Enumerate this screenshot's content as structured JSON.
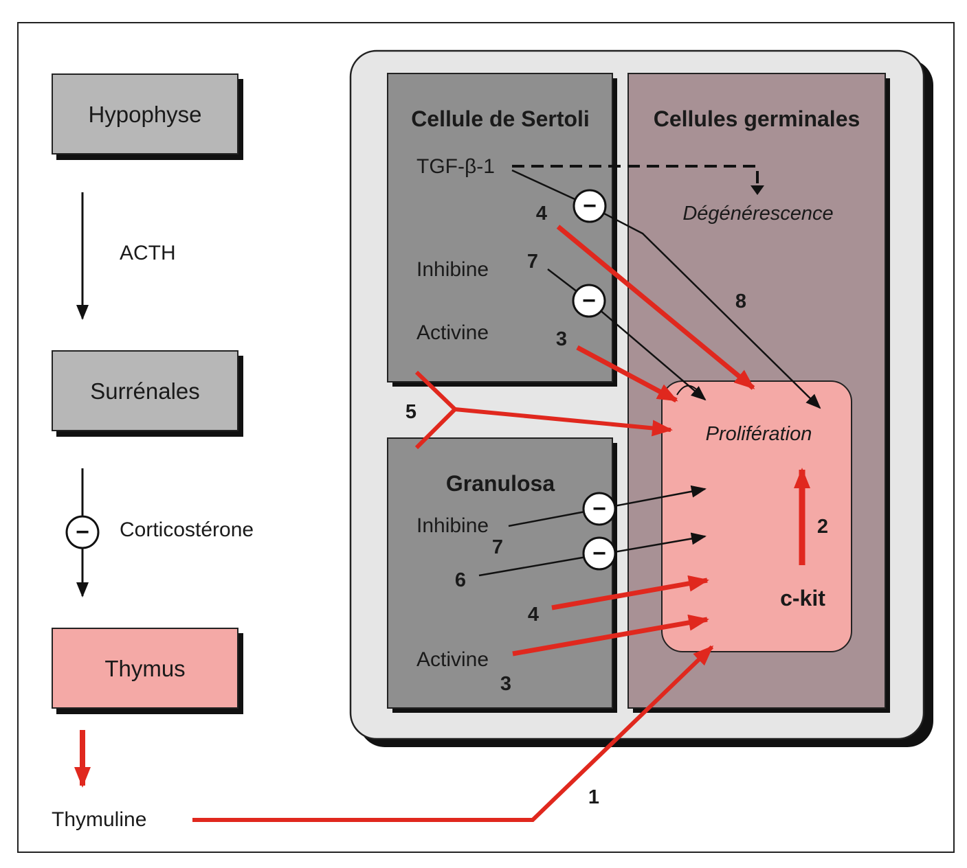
{
  "colors": {
    "grey_box": "#b7b7b7",
    "dark_panel": "#8f8f8f",
    "mauve_panel": "#a89195",
    "pink": "#f4a9a6",
    "red_arrow": "#e0281e",
    "outer_panel": "#e6e6e6"
  },
  "left_chain": {
    "hypophyse": "Hypophyse",
    "acth": "ACTH",
    "surrenales": "Surrénales",
    "corticosterone": "Corticostérone",
    "thymus": "Thymus",
    "thymuline": "Thymuline",
    "inhibit_symbol": "−"
  },
  "sertoli": {
    "title": "Cellule de Sertoli",
    "tgf": "TGF-β-1",
    "inhibine": "Inhibine",
    "activine": "Activine"
  },
  "granulosa": {
    "title": "Granulosa",
    "inhibine": "Inhibine",
    "activine": "Activine"
  },
  "germinal": {
    "title": "Cellules germinales",
    "degenerescence": "Dégénérescence",
    "proliferation": "Prolifération",
    "ckit": "c-kit"
  },
  "numbers": {
    "n1": "1",
    "n2": "2",
    "n3_sertoli": "3",
    "n3_granulosa": "3",
    "n4_sertoli": "4",
    "n4_granulosa": "4",
    "n5": "5",
    "n6": "6",
    "n7_sertoli": "7",
    "n7_granulosa": "7",
    "n8": "8"
  },
  "inhibit_symbol": "−"
}
